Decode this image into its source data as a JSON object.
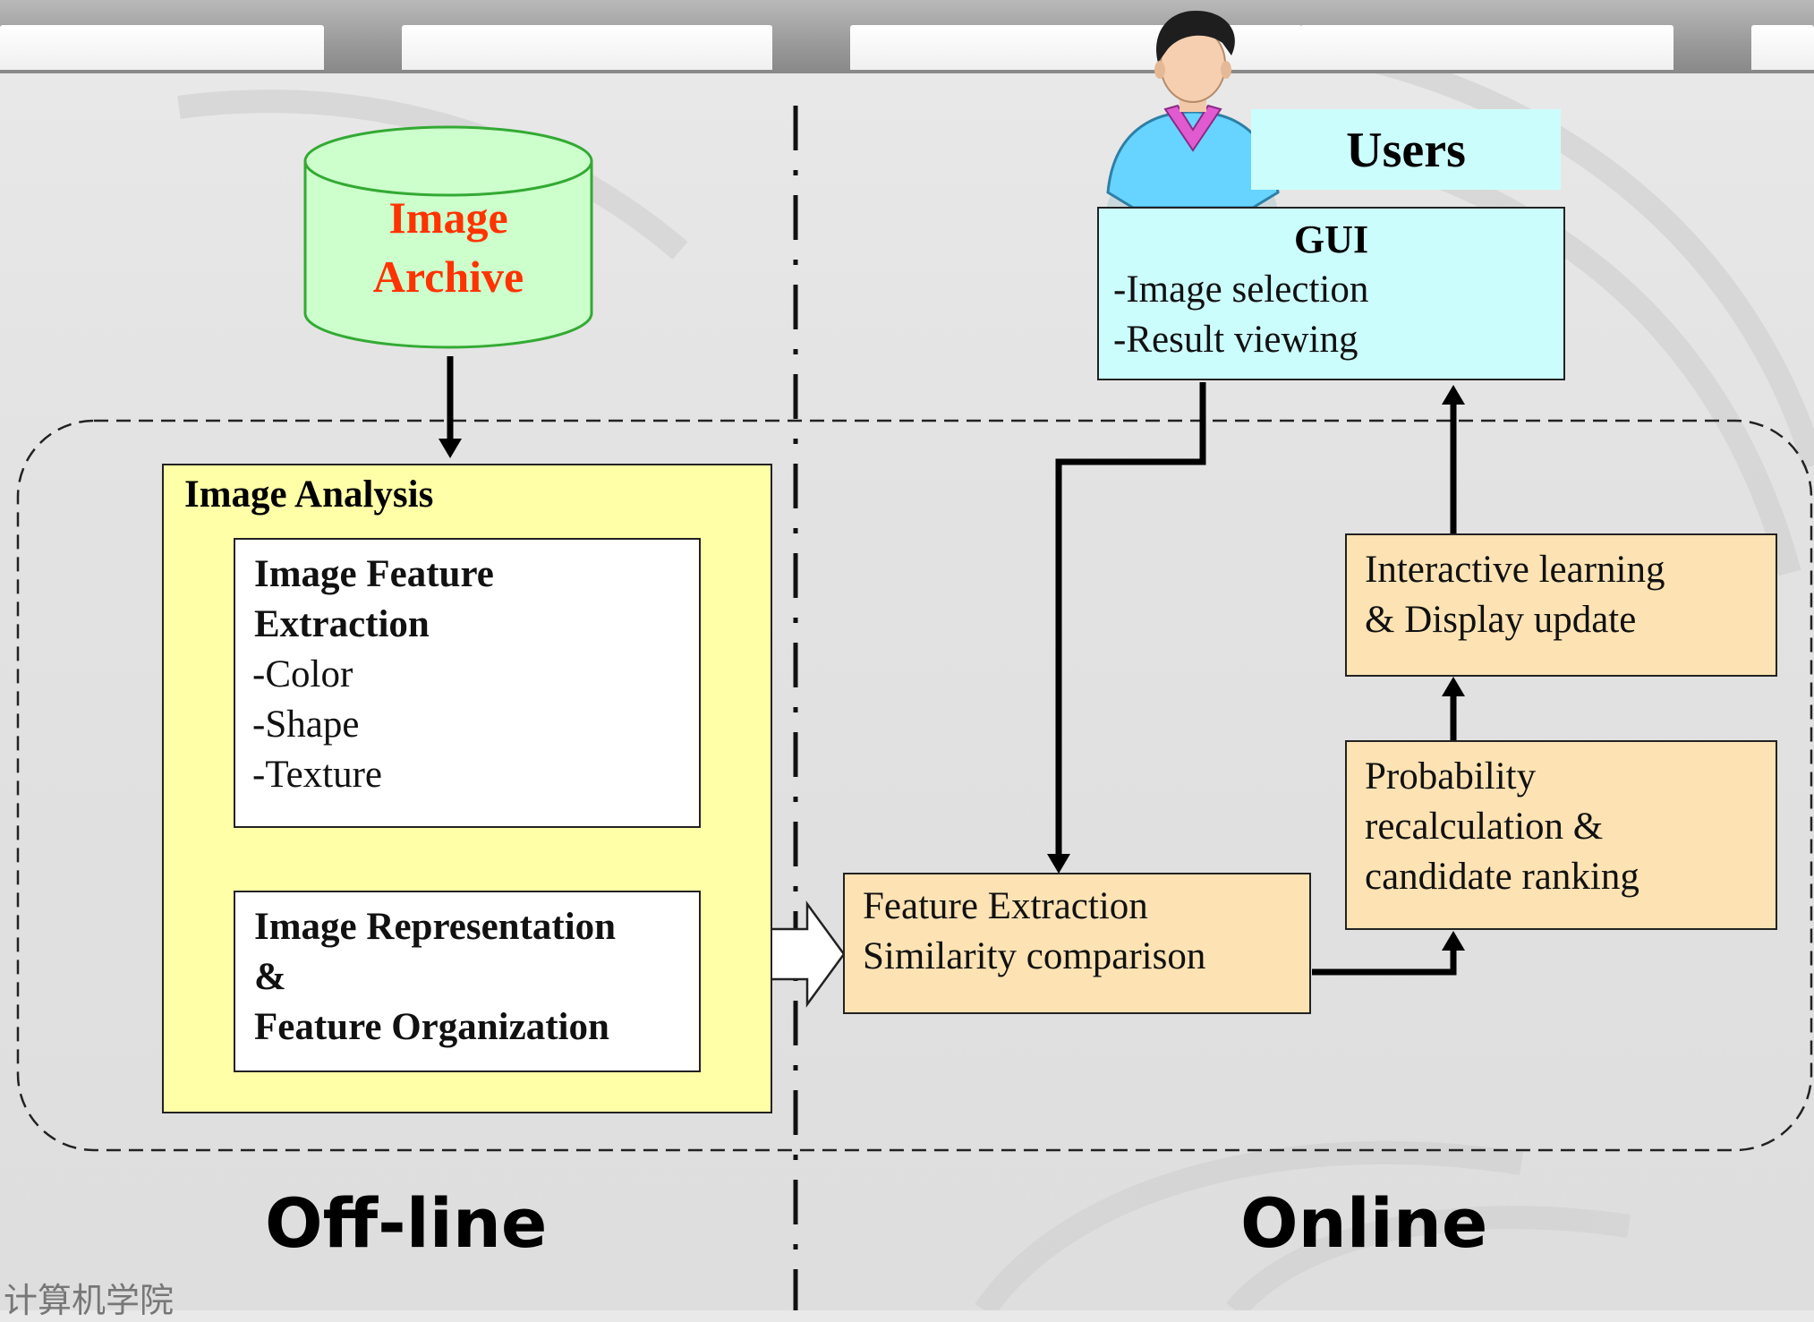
{
  "archive": {
    "line1": "Image",
    "line2": "Archive"
  },
  "users": {
    "label": "Users"
  },
  "gui": {
    "title": "GUI",
    "items": [
      "-Image selection",
      "-Result viewing"
    ]
  },
  "image_analysis": {
    "title": "Image Analysis",
    "feature_extraction": {
      "title_line1": "Image Feature",
      "title_line2": "Extraction",
      "items": [
        "-Color",
        "-Shape",
        "-Texture"
      ]
    },
    "representation": {
      "line1": "Image Representation",
      "line2": "&",
      "line3": "Feature Organization"
    }
  },
  "online_boxes": {
    "feature_similarity": {
      "line1": "Feature Extraction",
      "line2": "Similarity comparison"
    },
    "interactive": {
      "line1": "Interactive learning",
      "line2": "& Display update"
    },
    "probability": {
      "line1": "Probability",
      "line2": "recalculation &",
      "line3": "candidate ranking"
    }
  },
  "labels": {
    "offline": "Off-line",
    "online": "Online"
  },
  "footer": {
    "logo_text": "计算机学院"
  },
  "colors": {
    "archive_fill": "#ccffcc",
    "archive_stroke": "#33aa33",
    "archive_text": "#ff3300",
    "analysis_fill": "#ffffa8",
    "orange_fill": "#fde3b4",
    "cyan_fill": "#ccfdfd"
  },
  "icons": {
    "user": "user-avatar-icon"
  }
}
